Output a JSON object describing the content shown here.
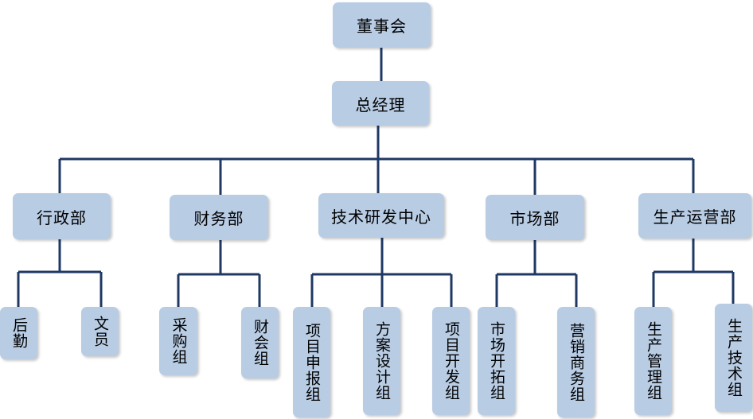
{
  "root": {
    "label": "董事会"
  },
  "gm": {
    "label": "总经理"
  },
  "departments": [
    {
      "label": "行政部",
      "groups": [
        "后勤",
        "文员"
      ]
    },
    {
      "label": "财务部",
      "groups": [
        "采购组",
        "财会组"
      ]
    },
    {
      "label": "技术研发中心",
      "groups": [
        "项目申报组",
        "方案设计组",
        "项目开发组"
      ]
    },
    {
      "label": "市场部",
      "groups": [
        "市场开拓组",
        "营销商务组"
      ]
    },
    {
      "label": "生产运营部",
      "groups": [
        "生产管理组",
        "生产技术组"
      ]
    }
  ],
  "colors": {
    "box": "#b8cce4",
    "line": "#1f3864"
  }
}
